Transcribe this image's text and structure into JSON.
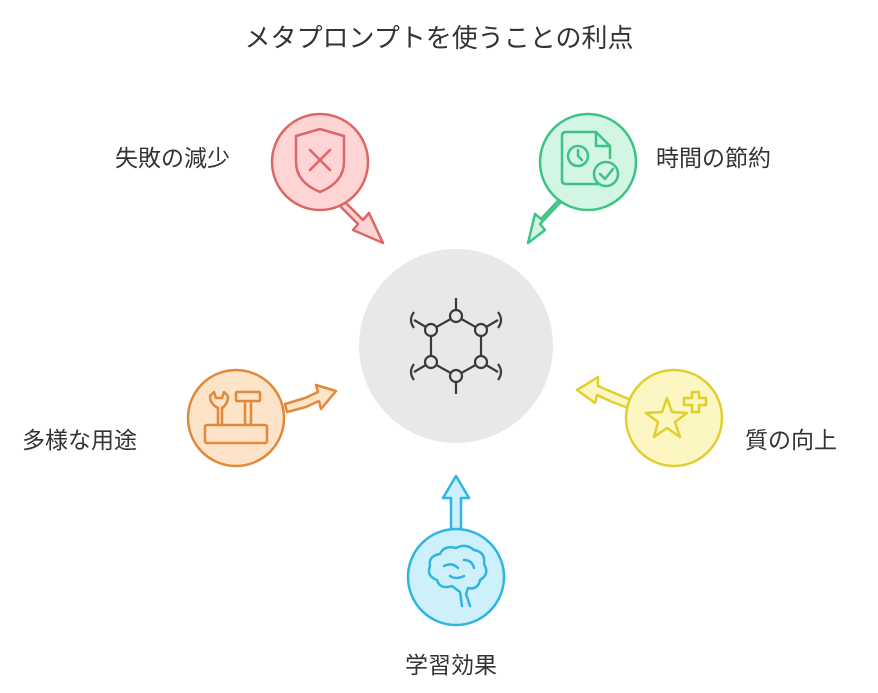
{
  "title": "メタプロンプトを使うことの利点",
  "center": {
    "icon": "molecule-icon",
    "fill": "#e8e8e8"
  },
  "benefits": [
    {
      "id": "fewer-failures",
      "label": "失敗の減少",
      "icon": "shield-x-icon",
      "fill": "#ffd4d4",
      "stroke": "#dc6767"
    },
    {
      "id": "time-saving",
      "label": "時間の節約",
      "icon": "document-clock-check-icon",
      "fill": "#d3f5e4",
      "stroke": "#3cc483"
    },
    {
      "id": "versatility",
      "label": "多様な用途",
      "icon": "toolbox-icon",
      "fill": "#fde3c8",
      "stroke": "#e0893a"
    },
    {
      "id": "quality-improvement",
      "label": "質の向上",
      "icon": "star-plus-icon",
      "fill": "#fbf6c2",
      "stroke": "#e1cf2e"
    },
    {
      "id": "learning-effect",
      "label": "学習効果",
      "icon": "brain-icon",
      "fill": "#cdf0fb",
      "stroke": "#2eb6e0"
    }
  ]
}
